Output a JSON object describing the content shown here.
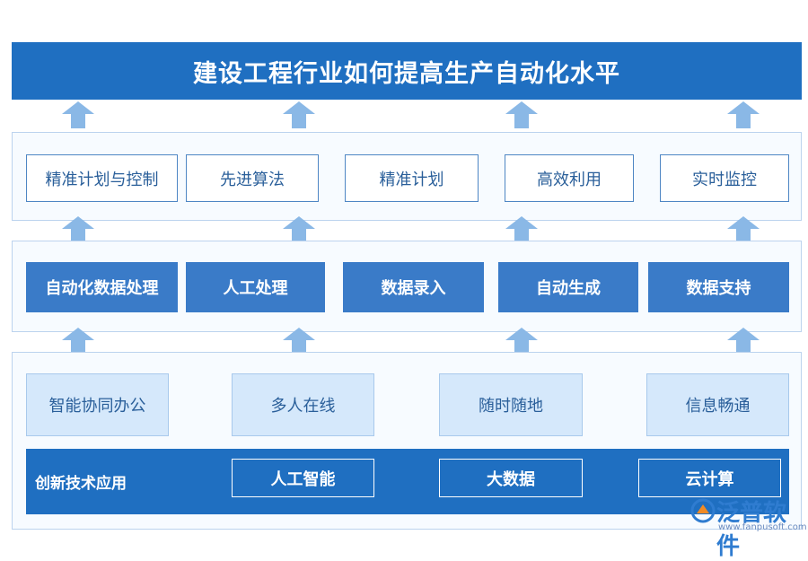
{
  "title": "建设工程行业如何提高生产自动化水平",
  "row1": [
    "精准计划与控制",
    "先进算法",
    "精准计划",
    "高效利用",
    "实时监控"
  ],
  "row2": [
    "自动化数据处理",
    "人工处理",
    "数据录入",
    "自动生成",
    "数据支持"
  ],
  "row3": [
    "智能协同办公",
    "多人在线",
    "随时随地",
    "信息畅通"
  ],
  "tech": {
    "label": "创新技术应用",
    "items": [
      "人工智能",
      "大数据",
      "云计算"
    ]
  },
  "watermark": {
    "brand": "泛普软件",
    "url": "www.fanpusoft.com"
  },
  "colors": {
    "primary": "#1f6fc1",
    "box_dark": "#3a7bc8",
    "box_light": "#d5e8fb",
    "arrow": "#8ab8e6"
  },
  "icons": [
    "up-arrow-icon",
    "fanpu-logo-icon"
  ]
}
